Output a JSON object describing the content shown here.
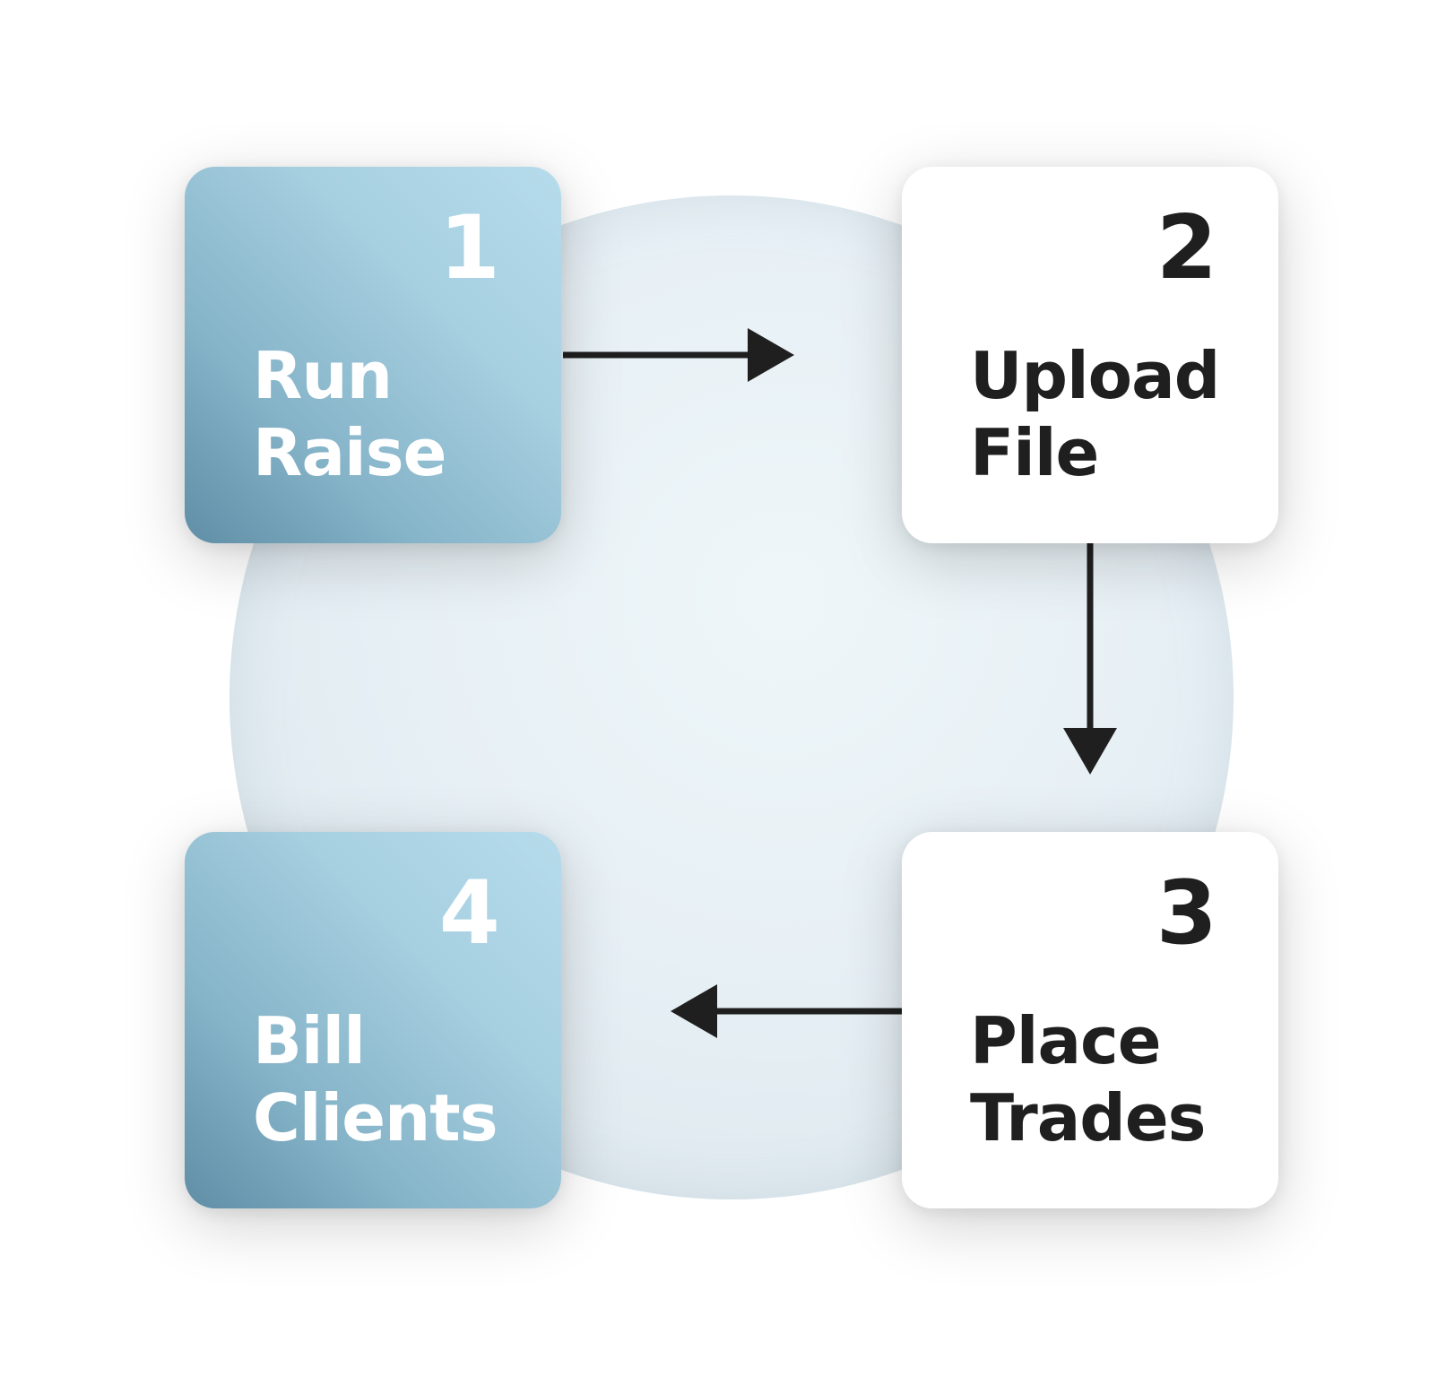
{
  "steps": [
    {
      "number": "1",
      "line1": "Run",
      "line2": "Raise",
      "style": "blue"
    },
    {
      "number": "2",
      "line1": "Upload",
      "line2": "File",
      "style": "white"
    },
    {
      "number": "3",
      "line1": "Place",
      "line2": "Trades",
      "style": "white"
    },
    {
      "number": "4",
      "line1": "Bill",
      "line2": "Clients",
      "style": "blue"
    }
  ],
  "colors": {
    "accent_light": "#b6dcec",
    "accent_dark": "#5f8ea6",
    "arrow": "#1f1f1f",
    "text_dark": "#1f1f1f",
    "text_light": "#ffffff"
  }
}
